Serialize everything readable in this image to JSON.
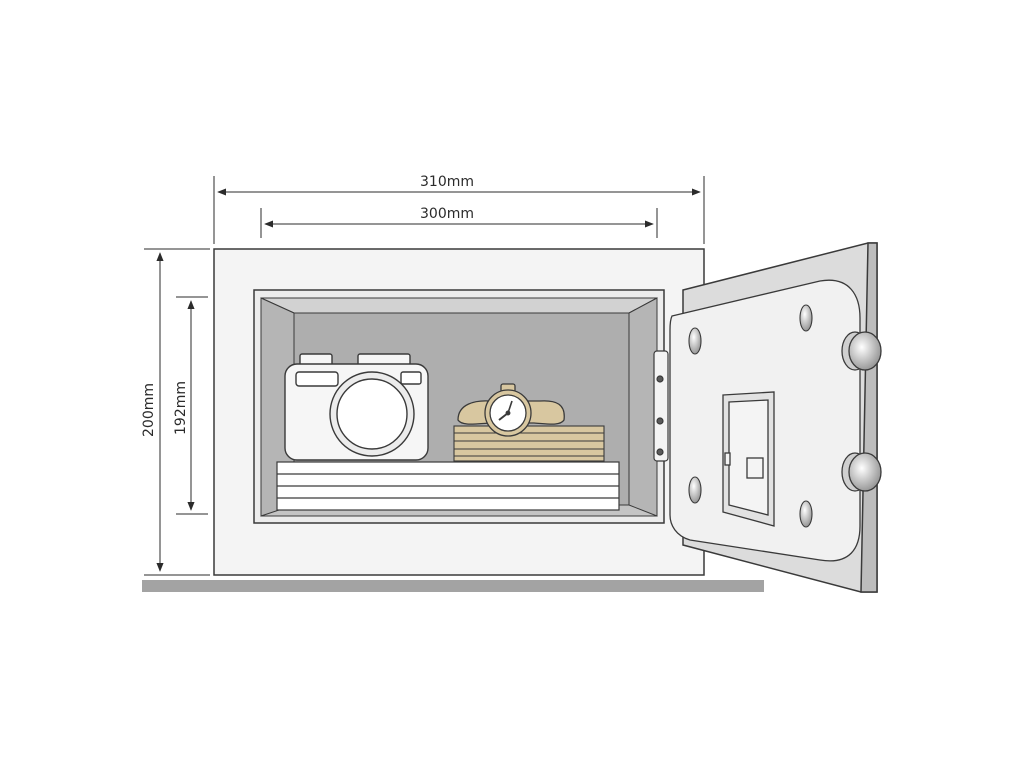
{
  "dimensions": {
    "outer_width": "310mm",
    "inner_width": "300mm",
    "outer_height": "200mm",
    "inner_height": "192mm"
  },
  "colors": {
    "outline": "#3a3a3a",
    "safe_body": "#f4f4f4",
    "interior": "#bdbdbd",
    "interior_back": "#aeaeae",
    "floor": "#a3a3a3",
    "door_outer": "#dcdcdc",
    "door_plate": "#f1f1f1",
    "wood": "#d8c7a0",
    "watch_band": "#d8c7a0",
    "dimension_line": "#2b2b2b"
  },
  "icons": [
    "camera-icon",
    "watch-icon",
    "document-stack-icon",
    "wood-box-icon",
    "keypad-icon",
    "bolt-icon"
  ]
}
